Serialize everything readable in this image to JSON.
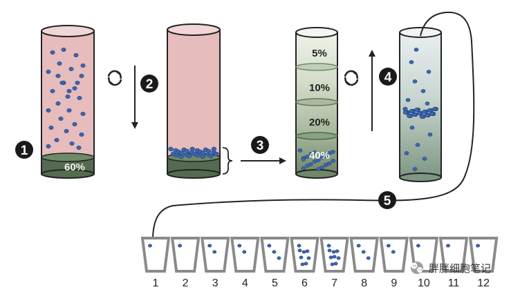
{
  "steps": [
    "1",
    "2",
    "3",
    "4",
    "5"
  ],
  "cushion_label": "60%",
  "gradient_layers": [
    "5%",
    "10%",
    "20%",
    "40%"
  ],
  "fraction_tubes": [
    "1",
    "2",
    "3",
    "4",
    "5",
    "6",
    "7",
    "8",
    "9",
    "10",
    "11",
    "12"
  ],
  "watermark": "胖胖细胞笔记",
  "colors": {
    "pink_medium": "#e7bcbc",
    "dark_cushion": "#556b4f",
    "gradient_light": "#dfe6d6",
    "gradient_dark": "#7c9475",
    "particle": "#3b66b0",
    "line": "#222222"
  }
}
